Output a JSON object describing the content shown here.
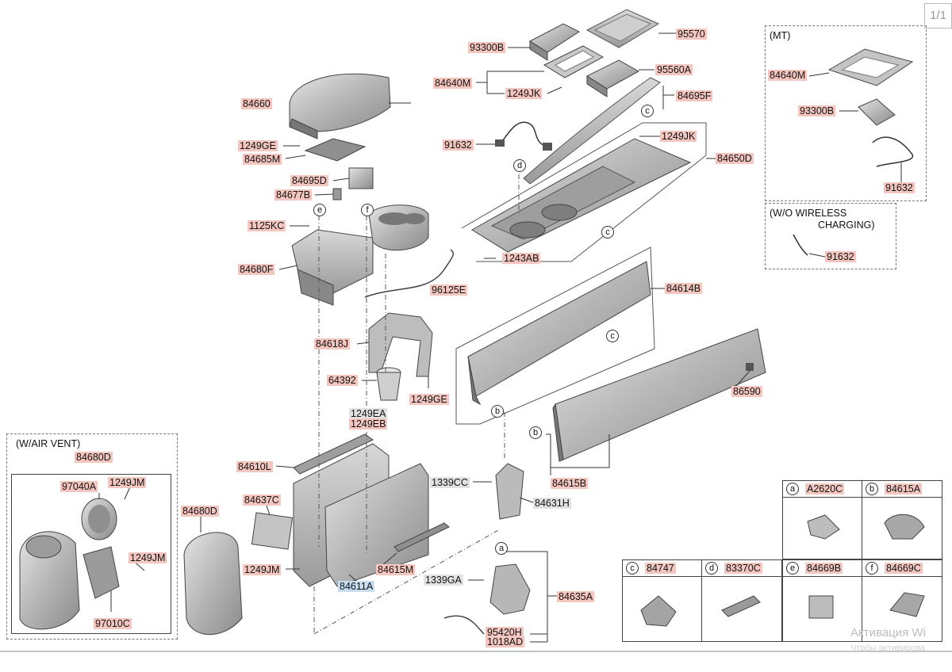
{
  "page_indicator": "1/1",
  "watermark": {
    "line1": "Активация Wi",
    "line2": "Чтобы активирова"
  },
  "boxes": {
    "mt": "(MT)",
    "wo_wireless_line1": "(W/O WIRELESS",
    "wo_wireless_line2": "CHARGING)",
    "air_vent": "(W/AIR VENT)"
  },
  "labels": {
    "p95570": "95570",
    "p93300B": "93300B",
    "p95560A": "95560A",
    "p84640M": "84640M",
    "p1249JK_a": "1249JK",
    "p84695F": "84695F",
    "p84660": "84660",
    "p91632_a": "91632",
    "p1249JK_b": "1249JK",
    "p84650D": "84650D",
    "p1249GE_a": "1249GE",
    "p84685M": "84685M",
    "p84695D": "84695D",
    "p84677B": "84677B",
    "p1125KC": "1125KC",
    "p84680F": "84680F",
    "p1243AB": "1243AB",
    "p96125E": "96125E",
    "p84614B": "84614B",
    "p84618J": "84618J",
    "p64392": "64392",
    "p1249GE_b": "1249GE",
    "p86590": "86590",
    "p1249EA": "1249EA",
    "p1249EB": "1249EB",
    "p84680D_a": "84680D",
    "p97040A": "97040A",
    "p1249JM_a": "1249JM",
    "p84680D_b": "84680D",
    "p84610L": "84610L",
    "p84637C": "84637C",
    "p1339CC": "1339CC",
    "p84631H": "84631H",
    "p84615B": "84615B",
    "p1249JM_b": "1249JM",
    "p1249JM_c": "1249JM",
    "p97010C": "97010C",
    "p84615M": "84615M",
    "p84611A": "84611A",
    "p1339GA": "1339GA",
    "p84635A": "84635A",
    "p95420H": "95420H",
    "p1018AD": "1018AD",
    "mt84640M": "84640M",
    "mt93300B": "93300B",
    "mt91632": "91632",
    "wo91632": "91632"
  },
  "callouts": {
    "c1": "c",
    "d1": "d",
    "c2": "c",
    "c3": "c",
    "b1": "b",
    "b2": "b",
    "e1": "e",
    "f1": "f",
    "a1": "a"
  },
  "legend": [
    {
      "letter": "a",
      "part": "A2620C"
    },
    {
      "letter": "b",
      "part": "84615A"
    },
    {
      "letter": "c",
      "part": "84747"
    },
    {
      "letter": "d",
      "part": "83370C"
    },
    {
      "letter": "e",
      "part": "84669B"
    },
    {
      "letter": "f",
      "part": "84669C"
    }
  ]
}
